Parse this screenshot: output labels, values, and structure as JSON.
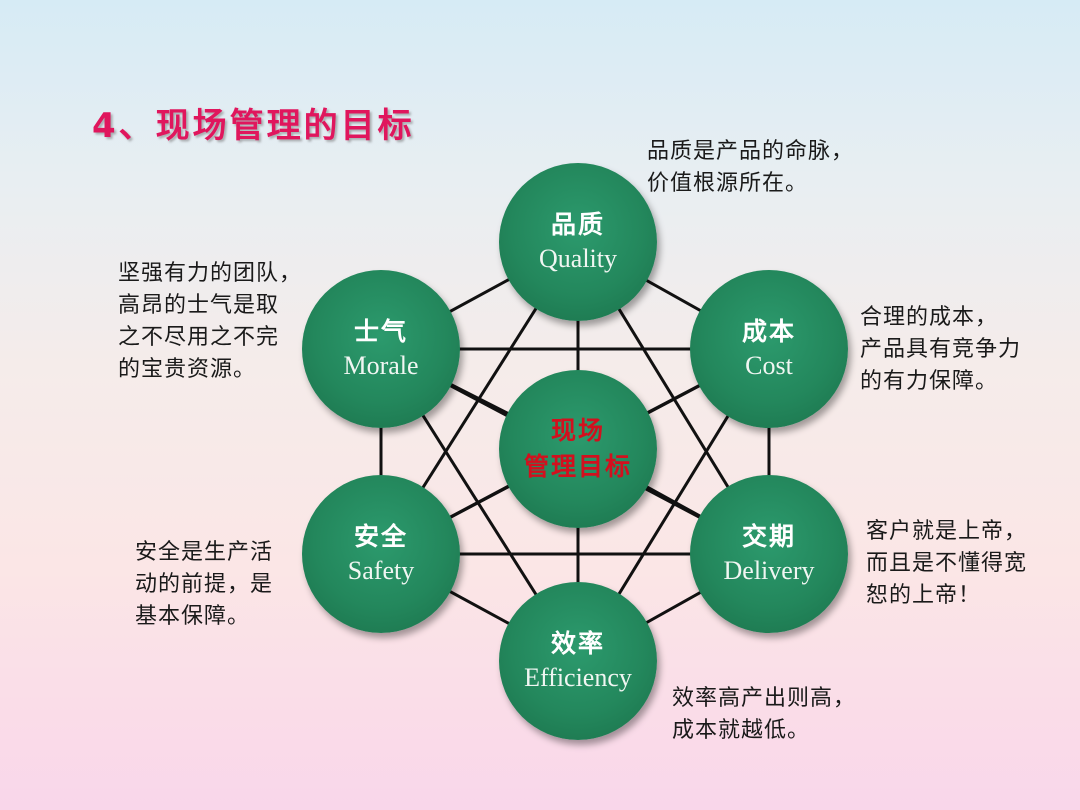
{
  "title": "4、现场管理的目标",
  "center": {
    "line1": "现场",
    "line2": "管理目标"
  },
  "nodes": {
    "quality": {
      "zh": "品质",
      "en": "Quality"
    },
    "cost": {
      "zh": "成本",
      "en": "Cost"
    },
    "delivery": {
      "zh": "交期",
      "en": "Delivery"
    },
    "efficiency": {
      "zh": "效率",
      "en": "Efficiency"
    },
    "safety": {
      "zh": "安全",
      "en": "Safety"
    },
    "morale": {
      "zh": "士气",
      "en": "Morale"
    }
  },
  "notes": {
    "quality": "品质是产品的命脉，\n价值根源所在。",
    "cost": "合理的成本，\n产品具有竞争力\n的有力保障。",
    "delivery": "客户就是上帝，\n而且是不懂得宽\n恕的上帝！",
    "efficiency": "效率高产出则高，\n成本就越低。",
    "safety": "安全是生产活\n动的前提，是\n基本保障。",
    "morale": "坚强有力的团队，\n高昂的士气是取\n之不尽用之不完\n的宝贵资源。"
  },
  "colors": {
    "title": "#e0165d",
    "node": "#23875c",
    "center_text": "#d2101e",
    "lines": "#111111"
  }
}
